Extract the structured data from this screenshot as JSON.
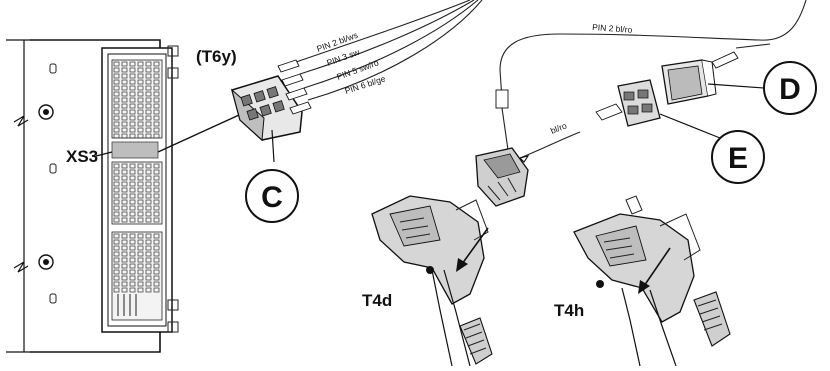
{
  "labels": {
    "t6y": "(T6y)",
    "xs3": "XS3",
    "t4d": "T4d",
    "t4h": "T4h"
  },
  "callouts": {
    "c": "C",
    "d": "D",
    "e": "E"
  },
  "wires": {
    "pin2_blwe": "PIN 2  bl/ws",
    "pin3_sw": "PIN 3  sw",
    "pin5_sw_ro": "PIN 5  sw/ro",
    "pin6_bl_ge": "PIN 6  bl/ge",
    "pin2_bl_ro": "PIN 2  bl/ro",
    "bl_ro": "bl/ro"
  }
}
